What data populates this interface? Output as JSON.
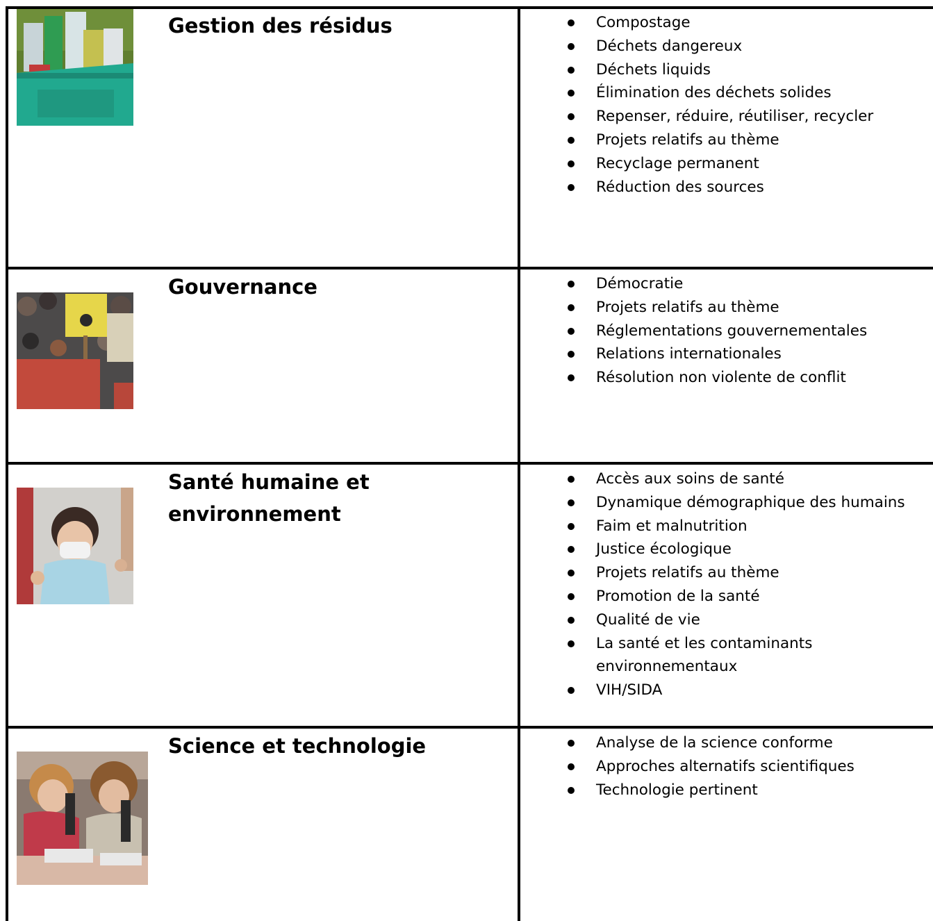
{
  "rows": [
    {
      "title": "Gestion des résidus",
      "image_icon": "recycling-bin-photo",
      "items": [
        "Compostage",
        "Déchets dangereux",
        "Déchets liquids",
        "Élimination des déchets solides",
        "Repenser, réduire, réutiliser, recycler",
        "Projets relatifs au thème",
        "Recyclage permanent",
        "Réduction des sources"
      ]
    },
    {
      "title": "Gouvernance",
      "image_icon": "protest-crowd-photo",
      "items": [
        "Démocratie",
        "Projets relatifs au thème",
        "Réglementations gouvernementales",
        "Relations internationales",
        "Résolution non violente de conflit"
      ]
    },
    {
      "title": "Santé humaine et environnement",
      "image_icon": "child-with-mask-photo",
      "items": [
        "Accès aux soins de santé",
        "Dynamique démographique des humains",
        "Faim et malnutrition",
        "Justice écologique",
        "Projets relatifs au thème",
        "Promotion de la santé",
        "Qualité de vie",
        "La santé et les contaminants environnementaux",
        "VIH/SIDA"
      ]
    },
    {
      "title": "Science et technologie",
      "image_icon": "students-microscopes-photo",
      "items": [
        "Analyse de la science conforme",
        "Approches alternatifs scientifiques",
        "Technologie pertinent"
      ]
    }
  ]
}
